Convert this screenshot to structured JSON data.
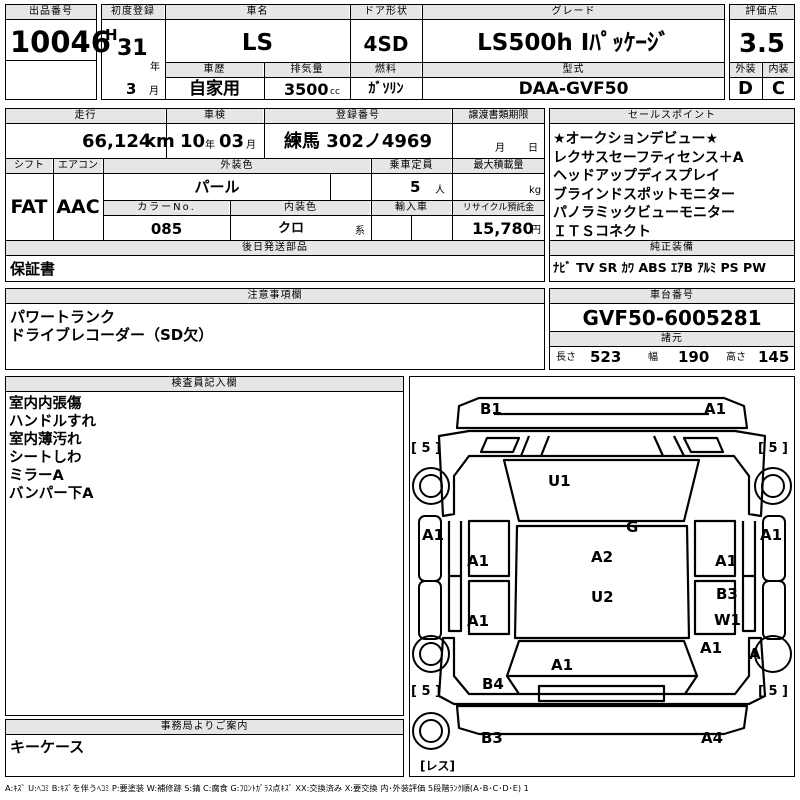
{
  "headers": {
    "lot_no": "出品番号",
    "first_reg": "初度登録",
    "car_name": "車名",
    "door": "ドア形状",
    "grade": "グレード",
    "rating": "評価点",
    "history": "車歴",
    "displacement": "排気量",
    "fuel": "燃料",
    "model": "型式",
    "exterior": "外装",
    "interior": "内装",
    "mileage": "走行",
    "inspection": "車検",
    "plate": "登録番号",
    "transfer_deadline": "譲渡書類期限",
    "sales_point": "セールスポイント",
    "shift": "シフト",
    "aircon": "エアコン",
    "ext_color": "外装色",
    "capacity": "乗車定員",
    "max_load": "最大積載量",
    "color_no": "カラーNo.",
    "int_color": "内装色",
    "import": "輸入車",
    "recycle": "リサイクル預託金",
    "later_parts": "後日発送部品",
    "genuine": "純正装備",
    "notes": "注意事項欄",
    "chassis": "車台番号",
    "specs": "諸元",
    "inspector": "検査員記入欄",
    "office": "事務局よりご案内"
  },
  "lot_no": "10046",
  "first_reg": {
    "era": "H",
    "year": "31",
    "year_unit": "年",
    "month": "3",
    "month_unit": "月"
  },
  "car_name": "LS",
  "door": "4SD",
  "grade": "LS500h Iﾊﾟｯｹｰｼﾞ",
  "rating": "3.5",
  "history": "自家用",
  "displacement": "3500",
  "displacement_unit": "cc",
  "fuel": "ｶﾞｿﾘﾝ",
  "model": "DAA-GVF50",
  "exterior_grade": "D",
  "interior_grade": "C",
  "mileage": "66,124",
  "mileage_unit": "km",
  "inspection": {
    "year": "10",
    "year_unit": "年",
    "month": "03",
    "month_unit": "月"
  },
  "plate": "練馬 302ノ4969",
  "transfer": {
    "month_unit": "月",
    "day_unit": "日"
  },
  "sales_points": "★オークションデビュー★\nレクサスセーフティセンス＋A\nヘッドアップディスプレイ\nブラインドスポットモニター\nパノラミックビューモニター\nＩＴＳコネクト",
  "shift": "FAT",
  "aircon": "AAC",
  "ext_color": "パール",
  "capacity": "5",
  "capacity_unit": "人",
  "max_load_unit": "kg",
  "color_no": "085",
  "int_color": "クロ",
  "int_color_unit": "系",
  "recycle": "15,780",
  "recycle_unit": "円",
  "later_parts": "保証書",
  "genuine_equipment": "ﾅﾋﾞ TV SR ｶﾜ ABS ｴｱB ｱﾙﾐ PS PW",
  "notes": "パワートランク\nドライブレコーダー（SD欠）",
  "chassis": "GVF50-6005281",
  "specs": {
    "length_label": "長さ",
    "length": "523",
    "width_label": "幅",
    "width": "190",
    "height_label": "高さ",
    "height": "145"
  },
  "inspector_notes": "室内内張傷\nハンドルすれ\n室内薄汚れ\nシートしわ\nミラーA\nバンパー下A",
  "diagram": {
    "B1": "B1",
    "A1_front_right": "A1",
    "tire_fl": "[ 5 ]",
    "tire_fr": "[ 5 ]",
    "tire_rl": "[ 5 ]",
    "tire_rr": "[ 5 ]",
    "spare": "[レス]",
    "U1": "U1",
    "G": "G",
    "A1_left_fender": "A1",
    "A1_right_fender": "A1",
    "A1_left_door_front": "A1",
    "A2": "A2",
    "A1_right_door_front": "A1",
    "U2": "U2",
    "B3_right_door": "B3",
    "W1": "W1",
    "A1_left_door_rear": "A1",
    "A1_right_rear": "A1",
    "A_wheel": "A",
    "A1_trunk": "A1",
    "B4": "B4",
    "B3_rear_left": "B3",
    "A4": "A4"
  },
  "office_notes": "キーケース",
  "legend": "A:ｷｽﾞ U:ﾍｺﾐ B:ｷｽﾞを伴うﾍｺﾐ P:要塗装 W:補修跡 S:錆 C:腐食 G:ﾌﾛﾝﾄｶﾞﾗｽ点ｷｽﾞ XX:交換済み X:要交換 内･外装評価 5段階ﾗﾝｸ順(A･B･C･D･E) 1"
}
